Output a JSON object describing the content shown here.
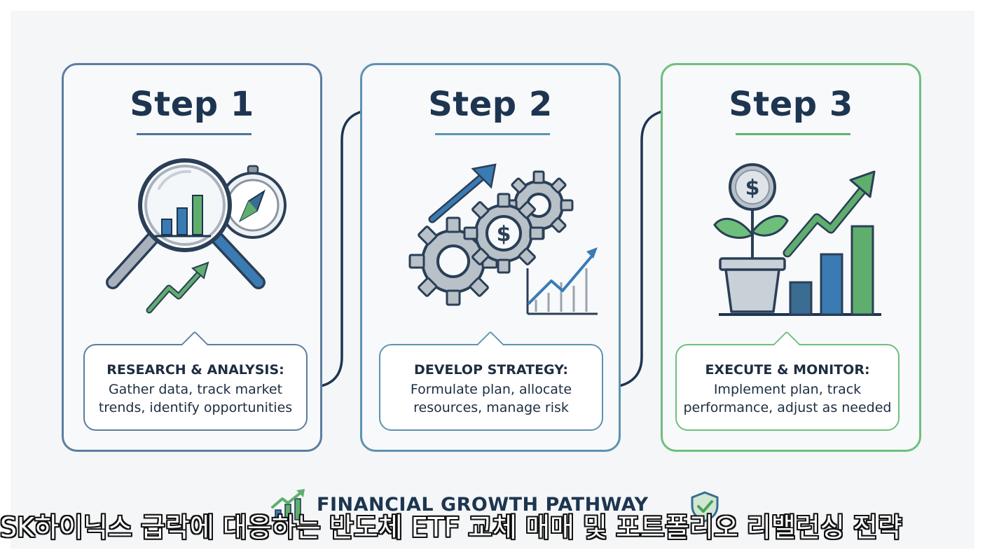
{
  "steps": [
    {
      "title": "Step 1",
      "heading": "RESEARCH & ANALYSIS:",
      "line1": "Gather data, track market",
      "line2": "trends, identify opportunities",
      "icon": "magnifier-chart-compass"
    },
    {
      "title": "Step 2",
      "heading": "DEVELOP STRATEGY:",
      "line1": "Formulate plan, allocate",
      "line2": "resources, manage risk",
      "icon": "gears-dollar-trend"
    },
    {
      "title": "Step 3",
      "heading": "EXECUTE & MONITOR:",
      "line1": "Implement plan, track",
      "line2": "performance, adjust as needed",
      "icon": "plant-coin-growth-bars"
    }
  ],
  "footer": {
    "title": "FINANCIAL GROWTH PATHWAY",
    "left_icon": "growth-chart-icon",
    "right_icon": "shield-check-icon"
  },
  "overlay_caption": "SK하이닉스 급락에 대응하는 반도체 ETF 교체 매매 및 포트폴리오 리밸런싱 전략",
  "colors": {
    "navy": "#1d3550",
    "blue": "#4f7397",
    "teal": "#5b94b3",
    "green": "#62b270",
    "gray": "#9aa3ad"
  }
}
